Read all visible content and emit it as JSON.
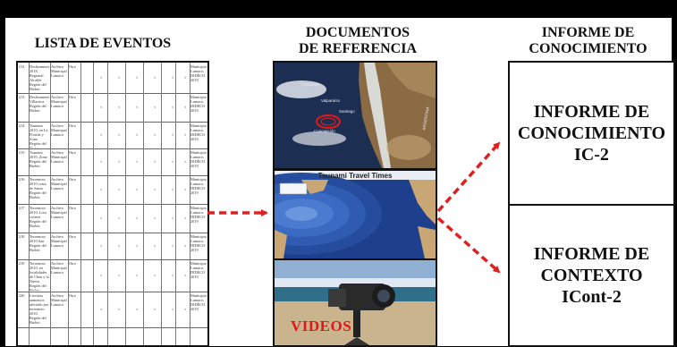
{
  "headings": {
    "events": "LISTA DE EVENTOS",
    "docs_line1": "DOCUMENTOS",
    "docs_line2": "DE REFERENCIA",
    "report_line1": "INFORME DE",
    "report_line2": "CONOCIMIENTO"
  },
  "events": [
    {
      "id": "212",
      "desc": "Deslizamiento 2018, Regional Alcalde Región del Biobío",
      "source": "Archivo Municipal Lumaco",
      "year": "Otro",
      "ref": "Municipio Lumaco, DIDECO 2019"
    },
    {
      "id": "213",
      "desc": "Deslizamiento Villarrica Región del Biobío",
      "source": "Archivo Municipal Lumaco",
      "year": "Otro",
      "ref": "Municipio Lumaco, DIDECO 2019"
    },
    {
      "id": "214",
      "desc": "Tsunami 2010, en La Florida y Zona Región del Biobío",
      "source": "Archivo Municipal Lumaco",
      "year": "Otro",
      "ref": "Municipio Lumaco, DIDECO 2019"
    },
    {
      "id": "215",
      "desc": "Tsunami 2010, Zona Región del Biobío",
      "source": "Archivo Municipal Lumaco",
      "year": "Otro",
      "ref": "Municipio Lumaco, DIDECO 2019"
    },
    {
      "id": "216",
      "desc": "Terremoto 2010 costa de Santa Región del Biobío",
      "source": "Archivo Municipal Lumaco",
      "year": "Otro",
      "ref": "Municipio Lumaco, DIDECO 2019"
    },
    {
      "id": "217",
      "desc": "Terremoto 2010, Lota costera Región del Biobío",
      "source": "Archivo Municipal Lumaco",
      "year": "Otro",
      "ref": "Municipio Lumaco, DIDECO 2019"
    },
    {
      "id": "218",
      "desc": "Terremoto 2010 San Región del Biobío",
      "source": "Archivo Municipal Lumaco",
      "year": "Otro",
      "ref": "Municipio Lumaco, DIDECO 2019"
    },
    {
      "id": "219",
      "desc": "Terremoto 2010, en localidades de Chen y la Nueva Región del Biobío",
      "source": "Archivo Municipal Lumaco",
      "year": "Otro",
      "ref": "Municipio Lumaco, DIDECO 2019"
    },
    {
      "id": "220",
      "desc": "Crecidas aumentos afectado por terremoto 2010, Región del Biobío",
      "source": "Archivo Municipal Lumaco",
      "year": "Otro",
      "ref": "Municipio Lumaco, DIDECO 2019"
    }
  ],
  "check_mark": "√",
  "map_labels": [
    "Coquimbo",
    "Valparaíso",
    "Santiago",
    "Concepción",
    "ARGENTINA"
  ],
  "tsunami_title": "Tsunami Travel Times",
  "video_label": "VIDEOS",
  "reports": [
    {
      "line1": "INFORME DE",
      "line2": "CONOCIMIENTO",
      "line3": "IC-2"
    },
    {
      "line1": "INFORME DE",
      "line2": "CONTEXTO",
      "line3": "ICont-2"
    }
  ],
  "arrow_color": "#e02020"
}
